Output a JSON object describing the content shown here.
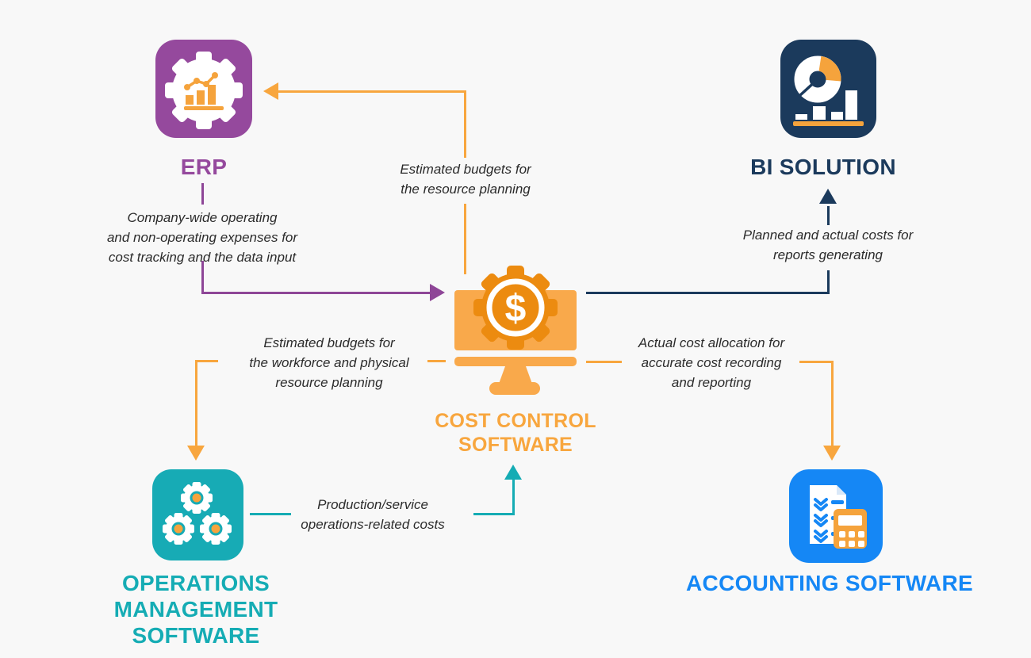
{
  "background_color": "#f8f8f8",
  "nodes": {
    "erp": {
      "label": "ERP",
      "color": "#95499D",
      "icon": "gear-with-bar-chart-icon"
    },
    "bi_solution": {
      "label": "BI SOLUTION",
      "color": "#1B3A5C",
      "icon": "donut-and-bar-chart-icon"
    },
    "cost_control": {
      "label": "COST CONTROL\nSOFTWARE",
      "color": "#F8A63E",
      "icon": "monitor-gear-dollar-icon",
      "dollar_glyph": "$"
    },
    "operations": {
      "label": "OPERATIONS MANAGEMENT\nSOFTWARE",
      "color": "#15ACB4",
      "icon": "three-gears-icon"
    },
    "accounting": {
      "label": "ACCOUNTING SOFTWARE",
      "color": "#1587F5",
      "icon": "checklist-calculator-icon"
    }
  },
  "edges": {
    "cost_to_erp": {
      "from": "cost_control",
      "to": "erp",
      "color": "#F8A63E",
      "label": "Estimated budgets for\nthe resource planning"
    },
    "erp_to_cost": {
      "from": "erp",
      "to": "cost_control",
      "color": "#8E4697",
      "label": "Company-wide operating\nand non-operating expenses for\ncost tracking and the data input"
    },
    "cost_to_bi": {
      "from": "cost_control",
      "to": "bi_solution",
      "color": "#1B3A5C",
      "label": "Planned and actual costs for\nreports generating"
    },
    "cost_to_operations": {
      "from": "cost_control",
      "to": "operations",
      "color": "#F8A63E",
      "label": "Estimated budgets for\nthe workforce and physical\nresource planning"
    },
    "operations_to_cost": {
      "from": "operations",
      "to": "cost_control",
      "color": "#15ACB4",
      "label": "Production/service\noperations-related costs"
    },
    "cost_to_accounting": {
      "from": "cost_control",
      "to": "accounting",
      "color": "#F8A63E",
      "label": "Actual cost allocation for\naccurate cost recording\nand reporting"
    }
  }
}
